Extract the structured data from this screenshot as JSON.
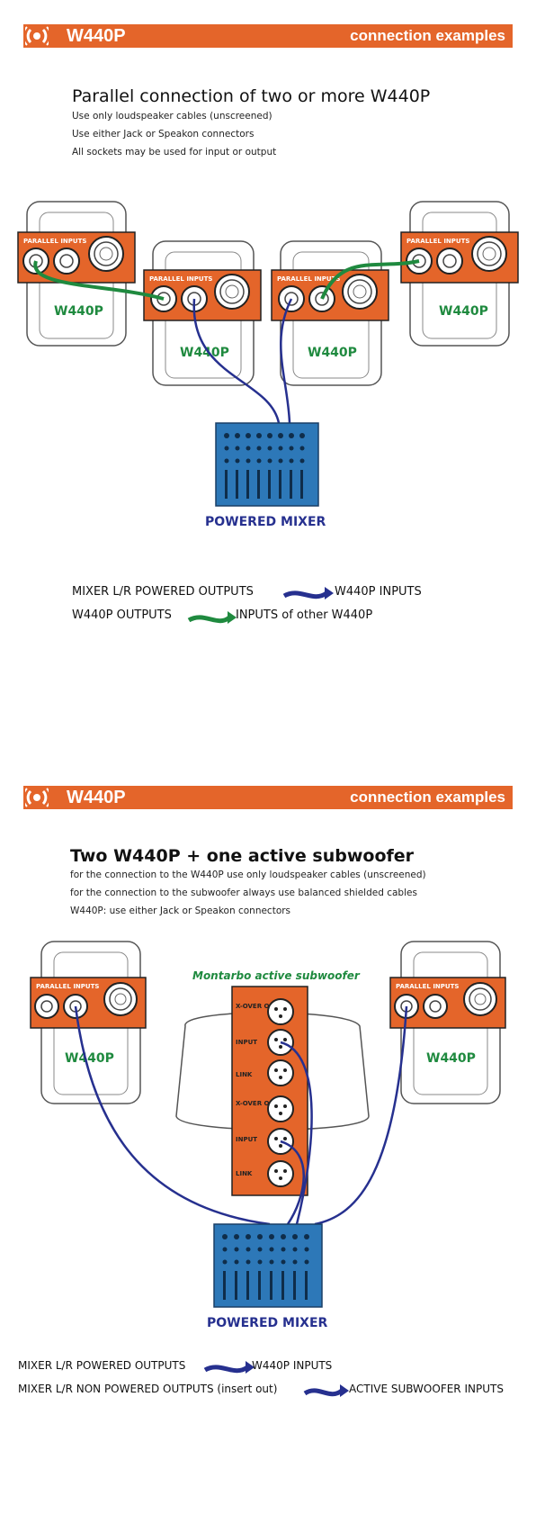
{
  "section1": {
    "banner": {
      "model": "W440P",
      "right": "connection examples"
    },
    "title": "Parallel connection of two or more W440P",
    "notes": [
      "Use only loudspeaker cables (unscreened)",
      "Use either Jack or Speakon connectors",
      "All sockets may be used for input or output"
    ],
    "panel_label_a": "PARALLEL INPUTS",
    "panel_label_b": "PARALLEL INPUTS",
    "panel_label_c": "PARALLEL INPUTS",
    "panel_label_d": "PARALLEL INPUTS",
    "speaker_label": "W440P",
    "mixer_label": "POWERED MIXER",
    "legend": [
      {
        "left": "MIXER L/R POWERED OUTPUTS",
        "right": "W440P INPUTS",
        "arrow_color": "#26308f"
      },
      {
        "left": "W440P OUTPUTS",
        "right": "INPUTS of other W440P",
        "arrow_color": "#1f8a3f"
      }
    ]
  },
  "section2": {
    "banner": {
      "model": "W440P",
      "right": "connection examples"
    },
    "title": "Two W440P + one active subwoofer",
    "notes": [
      "for the connection to the W440P use only loudspeaker cables (unscreened)",
      "for the connection to the subwoofer always use balanced shielded cables",
      "W440P: use either Jack or Speakon connectors"
    ],
    "panel_label": "PARALLEL INPUTS",
    "speaker_label": "W440P",
    "sub_title": "Montarbo active subwoofer",
    "sub_labels": [
      "X-OVER OUT",
      "INPUT",
      "LINK",
      "X-OVER OUT",
      "INPUT",
      "LINK"
    ],
    "mixer_label": "POWERED MIXER",
    "legend": [
      {
        "left": "MIXER L/R POWERED OUTPUTS",
        "right": "W440P INPUTS",
        "arrow_color": "#26308f"
      },
      {
        "left": "MIXER L/R NON POWERED OUTPUTS (insert out)",
        "right": "ACTIVE SUBWOOFER INPUTS",
        "arrow_color": "#26308f"
      }
    ]
  },
  "colors": {
    "brand_orange": "#e4652a",
    "cable_green": "#1f8a3f",
    "cable_blue": "#26308f",
    "mixer_blue": "#2d78b8"
  }
}
